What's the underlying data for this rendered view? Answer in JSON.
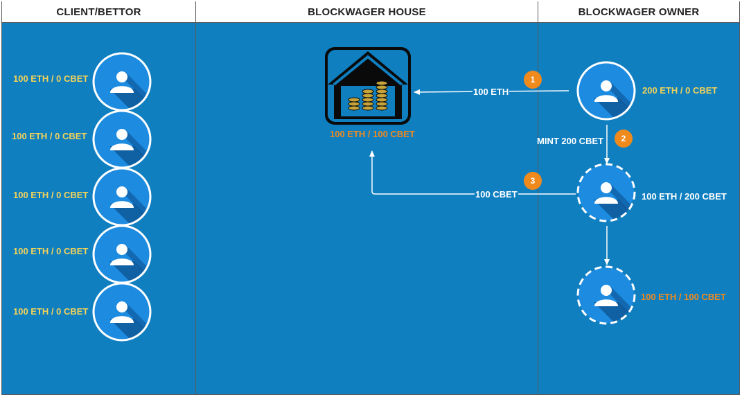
{
  "lanes": {
    "client": "CLIENT/BETTOR",
    "house": "BLOCKWAGER HOUSE",
    "owner": "BLOCKWAGER OWNER"
  },
  "clients": [
    {
      "label": "100 ETH / 0 CBET"
    },
    {
      "label": "100 ETH / 0 CBET"
    },
    {
      "label": "100 ETH / 0 CBET"
    },
    {
      "label": "100 ETH / 0 CBET"
    },
    {
      "label": "100 ETH / 0 CBET"
    }
  ],
  "house": {
    "label": "100 ETH / 100 CBET"
  },
  "owner": {
    "states": [
      {
        "label": "200 ETH / 0 CBET"
      },
      {
        "label": "100 ETH / 200 CBET"
      },
      {
        "label": "100 ETH / 100 CBET"
      }
    ]
  },
  "flows": [
    {
      "step": "1",
      "label": "100 ETH"
    },
    {
      "step": "2",
      "label": "MINT 200 CBET"
    },
    {
      "step": "3",
      "label": "100 CBET"
    }
  ],
  "colors": {
    "background": "#0f7fc0",
    "node_fill": "#1d8be0",
    "shadow": "#0b4f8a",
    "yellow_label": "#f2d35a",
    "orange_label": "#f08a1d",
    "badge": "#f08a1d"
  },
  "icons": {
    "user": "user-icon",
    "house": "house-coins-icon"
  }
}
